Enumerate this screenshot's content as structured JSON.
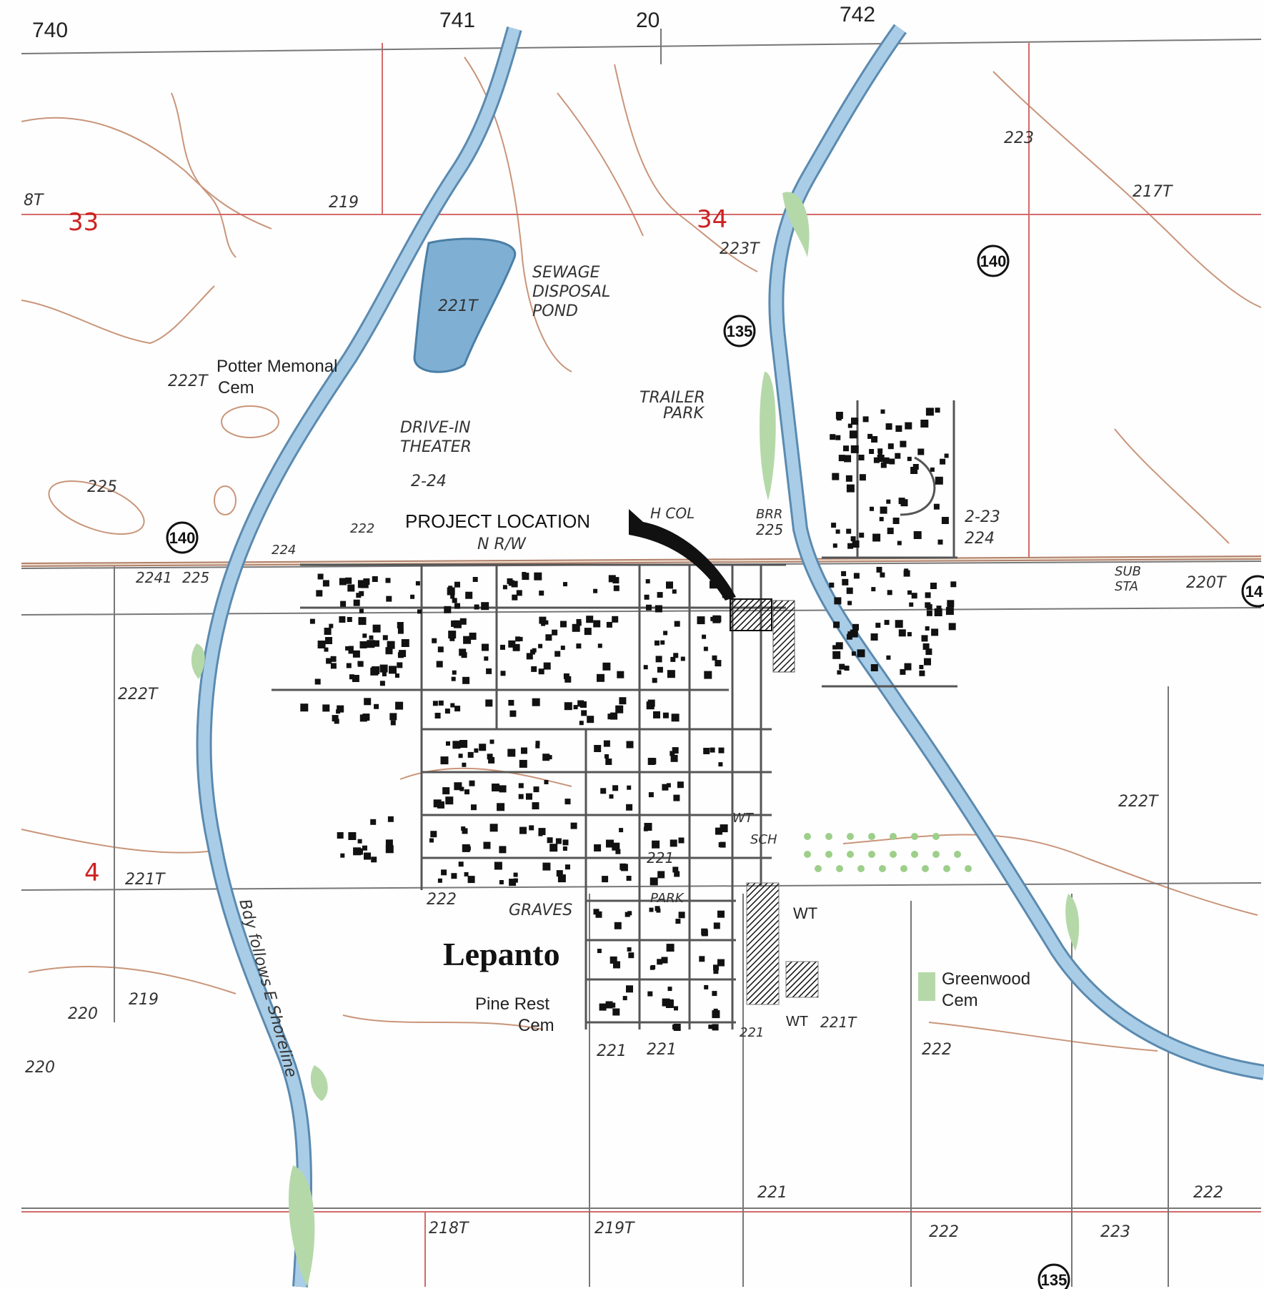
{
  "map": {
    "town_name": "Lepanto",
    "project_label": "PROJECT LOCATION",
    "corner_labels": {
      "top_left": "740",
      "top_1": "741",
      "top_2": "20",
      "top_3": "742"
    },
    "sections": [
      "33",
      "34",
      "4"
    ],
    "route_shields": [
      "140",
      "135",
      "140",
      "14",
      "135"
    ],
    "places": {
      "potter_memorial": "Potter Memonal",
      "potter_cem": "Cem",
      "sewage": "SEWAGE",
      "disposal": "DISPOSAL",
      "pond": "POND",
      "trailer": "TRAILER",
      "park": "PARK",
      "drive_in": "DRIVE-IN",
      "theater": "THEATER",
      "graves": "GRAVES",
      "park2": "PARK",
      "pine_rest": "Pine Rest",
      "pine_cem": "Cem",
      "greenwood": "Greenwood",
      "greenwood_cem": "Cem",
      "sub_sta_1": "SUB",
      "sub_sta_2": "STA",
      "n_rw": "N R/W",
      "bdy": "Bdy follows E Shoreline",
      "wt1": "WT",
      "wt2": "WT",
      "wt3": "WT",
      "hcol": "H COL",
      "brr": "BRR",
      "sch": "SCH"
    },
    "elevations": {
      "e219a": "219",
      "e218t_left": "8T",
      "e222t_potter": "222T",
      "e221t_pond": "221T",
      "e225": "225",
      "e224_1": "2-24",
      "e222_top": "222",
      "e224": "224",
      "e224t_left": "2241",
      "e225b": "225",
      "e222t_left": "222T",
      "e221t_left": "221T",
      "e220": "220",
      "e219b": "219",
      "e220b": "220",
      "e223t_top": "223T",
      "e223_right": "223",
      "e217t": "217T",
      "e225_brr": "225",
      "e223_mid": "2-23",
      "e224_mid": "224",
      "e220t": "220T",
      "e222t_right": "222T",
      "e221_park": "221",
      "e222_graves": "222",
      "e221_bottom1": "221",
      "e221_bottom2": "221",
      "e221_wt": "221",
      "e221t_wt": "221T",
      "e222_green": "222",
      "e221_low": "221",
      "e218t": "218T",
      "e219t": "219T",
      "e222_b": "222",
      "e223_b": "223",
      "e222_br": "222"
    }
  }
}
